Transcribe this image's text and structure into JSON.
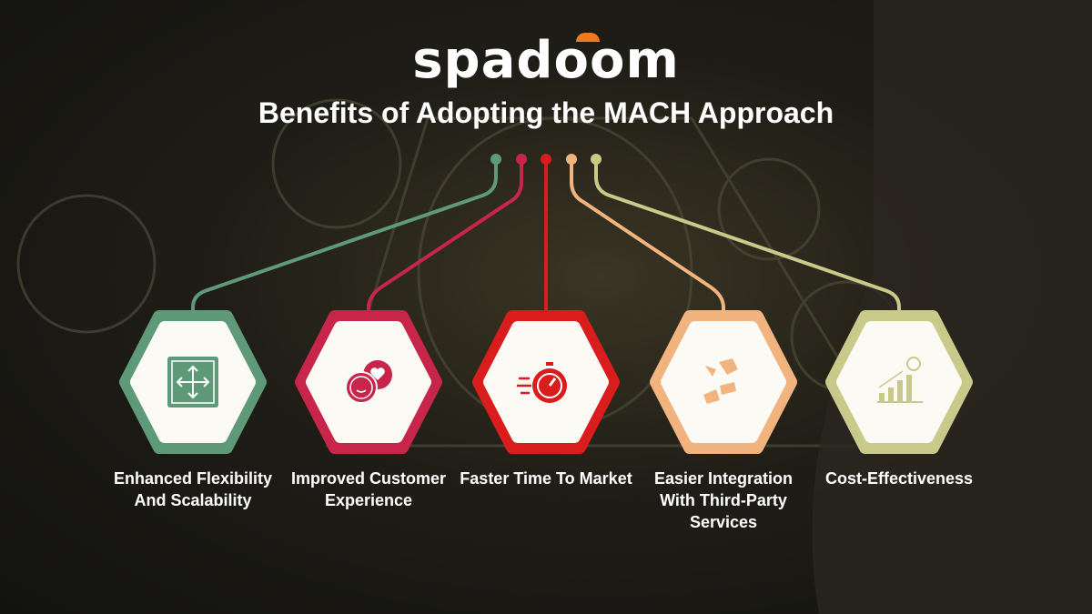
{
  "logo": {
    "text": "spadoom"
  },
  "title": "Benefits of Adopting the MACH Approach",
  "colors": {
    "green": "#5f9a78",
    "crimson": "#c8254a",
    "red": "#d91c1c",
    "peach": "#f2b47e",
    "olive": "#c9c98a"
  },
  "benefits": [
    {
      "label": "Enhanced Flexibility And Scalability",
      "icon": "move-arrows-icon",
      "color": "#5f9a78"
    },
    {
      "label": "Improved Customer Experience",
      "icon": "chat-heart-icon",
      "color": "#c8254a"
    },
    {
      "label": "Faster Time To Market",
      "icon": "stopwatch-icon",
      "color": "#d91c1c"
    },
    {
      "label": "Easier Integration With Third-Party Services",
      "icon": "puzzle-hands-icon",
      "color": "#f2b47e"
    },
    {
      "label": "Cost-Effectiveness",
      "icon": "growth-chart-icon",
      "color": "#c9c98a"
    }
  ]
}
